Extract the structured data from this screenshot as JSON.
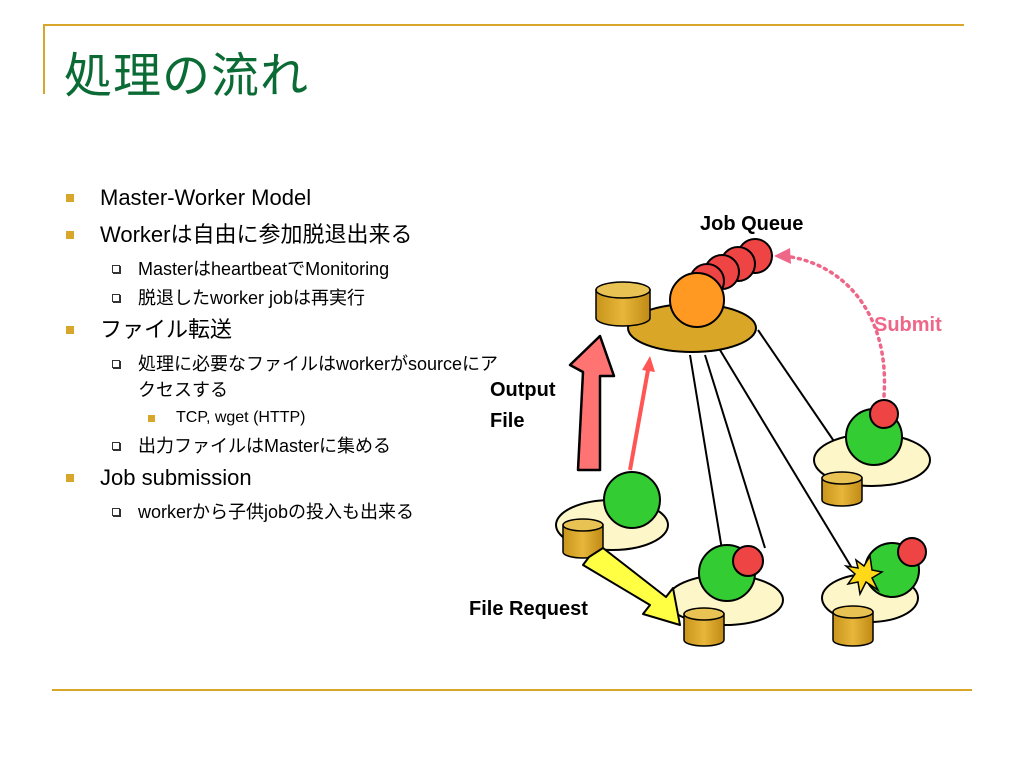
{
  "title": "処理の流れ",
  "bullets": [
    {
      "level": 1,
      "text": "Master-Worker Model"
    },
    {
      "level": 1,
      "text": "Workerは自由に参加脱退出来る"
    },
    {
      "level": 2,
      "text": "MasterはheartbeatでMonitoring"
    },
    {
      "level": 2,
      "text": "脱退したworker jobは再実行"
    },
    {
      "level": 1,
      "text": "ファイル転送"
    },
    {
      "level": 2,
      "text": "処理に必要なファイルはworkerがsourceにアクセスする"
    },
    {
      "level": 3,
      "text": "TCP, wget (HTTP)"
    },
    {
      "level": 2,
      "text": "出力ファイルはMasterに集める"
    },
    {
      "level": 1,
      "text": "Job submission"
    },
    {
      "level": 2,
      "text": "workerから子供jobの投入も出来る"
    }
  ],
  "diagram": {
    "job_queue_label": "Job Queue",
    "submit_label": "Submit",
    "output_label_line1": "Output",
    "output_label_line2": "File",
    "file_request_label": "File Request"
  },
  "colors": {
    "title": "#0b6b35",
    "accent": "#d8a62a",
    "node_plate": "#fdf6c8",
    "master_plate": "#d9a628",
    "worker_ball": "#33cc33",
    "job_ball": "#ee4444",
    "master_ball": "#ff9922",
    "output_arrow": "#ff7373",
    "submit_color": "#ee6688",
    "file_request_arrow": "#ffff44"
  }
}
